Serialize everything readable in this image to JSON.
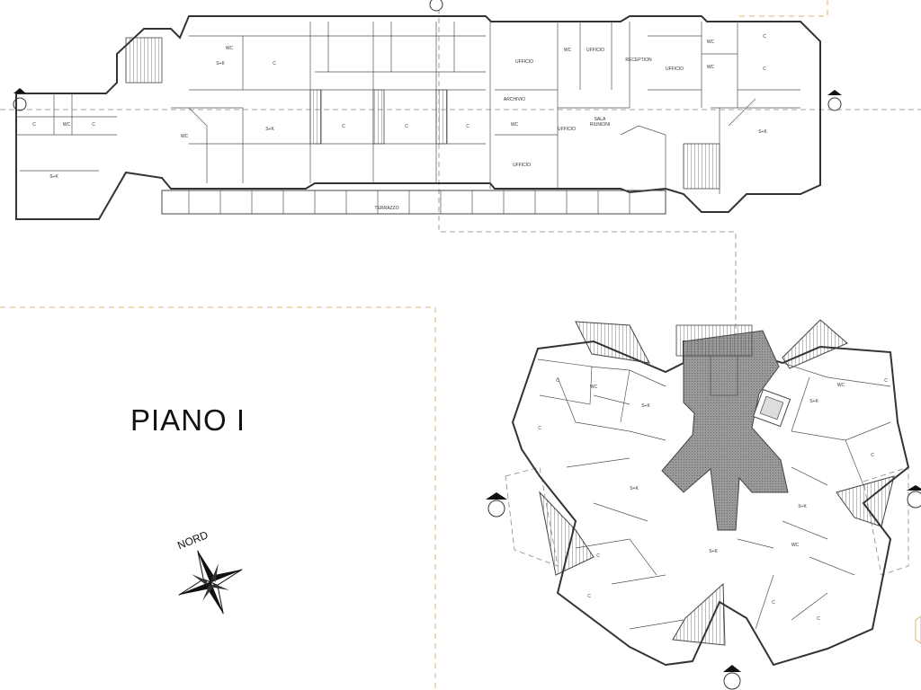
{
  "floor_title": "PIANO I",
  "compass": {
    "label": "NORD"
  },
  "rooms_top": {
    "ufficio_1": "UFFICIO",
    "ufficio_2": "UFFICIO",
    "ufficio_3": "UFFICIO",
    "ufficio_4": "UFFICIO",
    "ufficio_5": "UFFICIO",
    "archivio": "ARCHIVIO",
    "reception": "RECEPTION",
    "sala_riunioni_1": "SALA",
    "sala_riunioni_2": "RIUNIONI",
    "wc_1": "WC",
    "wc_2": "WC",
    "wc_3": "WC",
    "wc_4": "WC",
    "wc_5": "WC",
    "wc_6": "WC",
    "wc_7": "WC",
    "terrace": "TERRAZZO",
    "sg_1": "S+K",
    "sg_2": "S+K",
    "sg_3": "S+K",
    "sg_4": "S+K",
    "c_1": "C",
    "c_2": "C",
    "c_3": "C",
    "c_4": "C",
    "c_5": "C",
    "c_6": "C",
    "c_7": "C",
    "c_8": "C"
  },
  "rooms_bottom": {
    "sk_1": "S+K",
    "sk_2": "S+K",
    "sk_3": "S+K",
    "sk_4": "S+K",
    "sk_5": "S+K",
    "c_1": "C",
    "c_2": "C",
    "c_3": "C",
    "c_4": "C",
    "c_5": "C",
    "c_6": "C",
    "c_7": "C",
    "c_8": "C",
    "wc_1": "WC",
    "wc_2": "WC",
    "wc_3": "WC"
  },
  "colors": {
    "wall": "#333333",
    "dash_boundary": "#e3b070",
    "stair_hatch": "#888888"
  }
}
